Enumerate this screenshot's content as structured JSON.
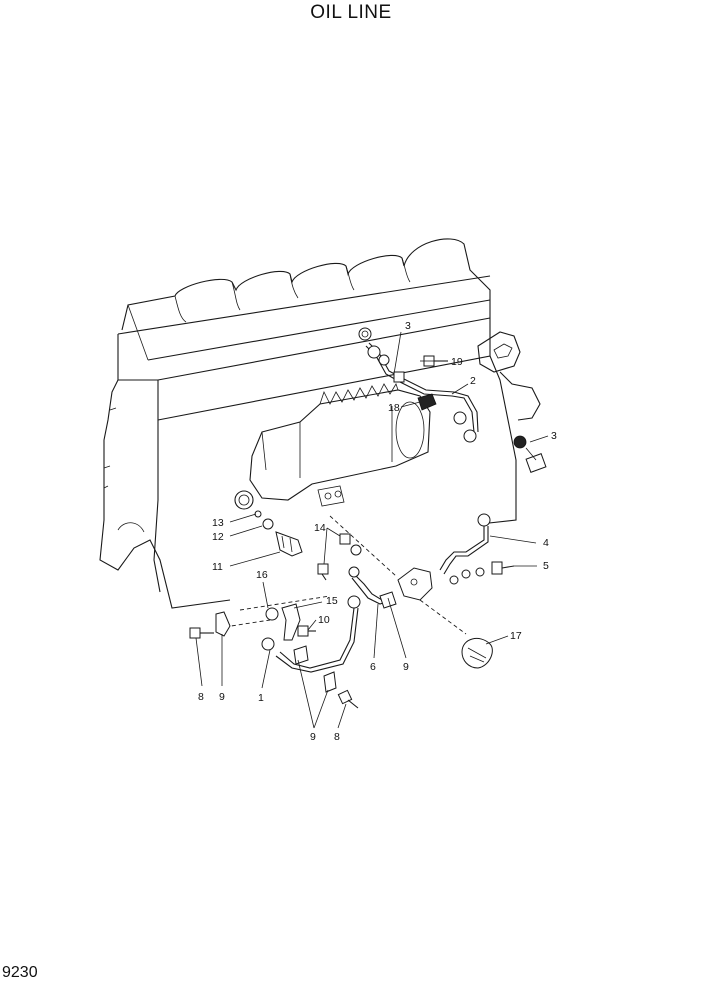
{
  "title": "OIL LINE",
  "page_number": "9230",
  "callouts": [
    {
      "id": "c1",
      "label": "1"
    },
    {
      "id": "c2",
      "label": "2"
    },
    {
      "id": "c3a",
      "label": "3"
    },
    {
      "id": "c3b",
      "label": "3"
    },
    {
      "id": "c4",
      "label": "4"
    },
    {
      "id": "c5",
      "label": "5"
    },
    {
      "id": "c6",
      "label": "6"
    },
    {
      "id": "c8a",
      "label": "8"
    },
    {
      "id": "c8b",
      "label": "8"
    },
    {
      "id": "c9a",
      "label": "9"
    },
    {
      "id": "c9b",
      "label": "9"
    },
    {
      "id": "c9c",
      "label": "9"
    },
    {
      "id": "c10",
      "label": "10"
    },
    {
      "id": "c11",
      "label": "11"
    },
    {
      "id": "c12",
      "label": "12"
    },
    {
      "id": "c13",
      "label": "13"
    },
    {
      "id": "c14",
      "label": "14"
    },
    {
      "id": "c15",
      "label": "15"
    },
    {
      "id": "c16",
      "label": "16"
    },
    {
      "id": "c17",
      "label": "17"
    },
    {
      "id": "c18",
      "label": "18"
    },
    {
      "id": "c19",
      "label": "19"
    }
  ]
}
